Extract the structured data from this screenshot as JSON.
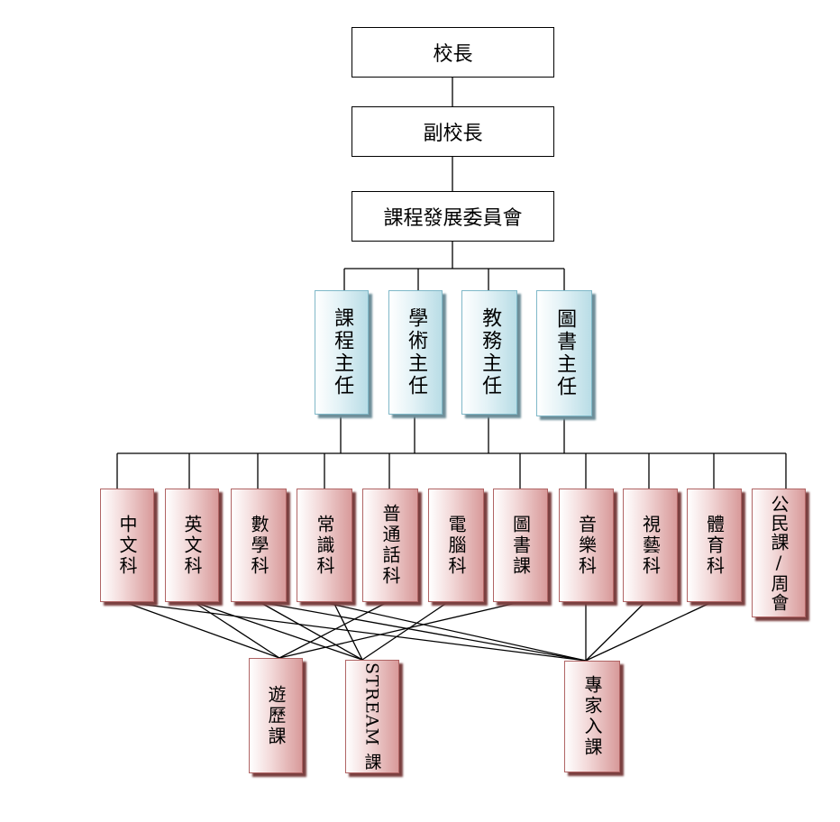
{
  "principal": "校長",
  "vice_principal": "副校長",
  "committee": "課程發展委員會",
  "heads": [
    "課程主任",
    "學術主任",
    "教務主任",
    "圖書主任"
  ],
  "subjects": [
    "中文科",
    "英文科",
    "數學科",
    "常識科",
    "普通話科",
    "電腦科",
    "圖書課",
    "音樂科",
    "視藝科",
    "體育科",
    "公民課/周會"
  ],
  "programs": [
    "遊歷課",
    "STREAM 課",
    "專家入課"
  ]
}
